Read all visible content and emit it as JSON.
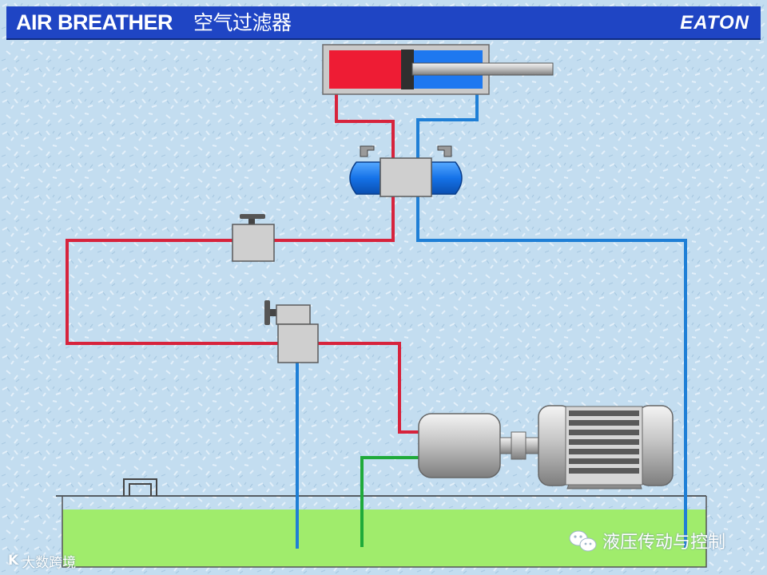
{
  "header": {
    "title_en": "AIR BREATHER",
    "title_cn": "空气过滤器",
    "brand": "EATON"
  },
  "watermarks": {
    "right_text": "液压传动与控制",
    "left_mark": "K",
    "left_text": "大数跨境"
  },
  "colors": {
    "pressure_line": "#d7233c",
    "return_line": "#1f7fd6",
    "suction_line": "#1faa3a",
    "oil": "#a0ec6c",
    "title_bar": "#1f45c4"
  },
  "icons": {
    "wechat": "wechat-icon",
    "watermark_logo": "k-logo-icon"
  }
}
